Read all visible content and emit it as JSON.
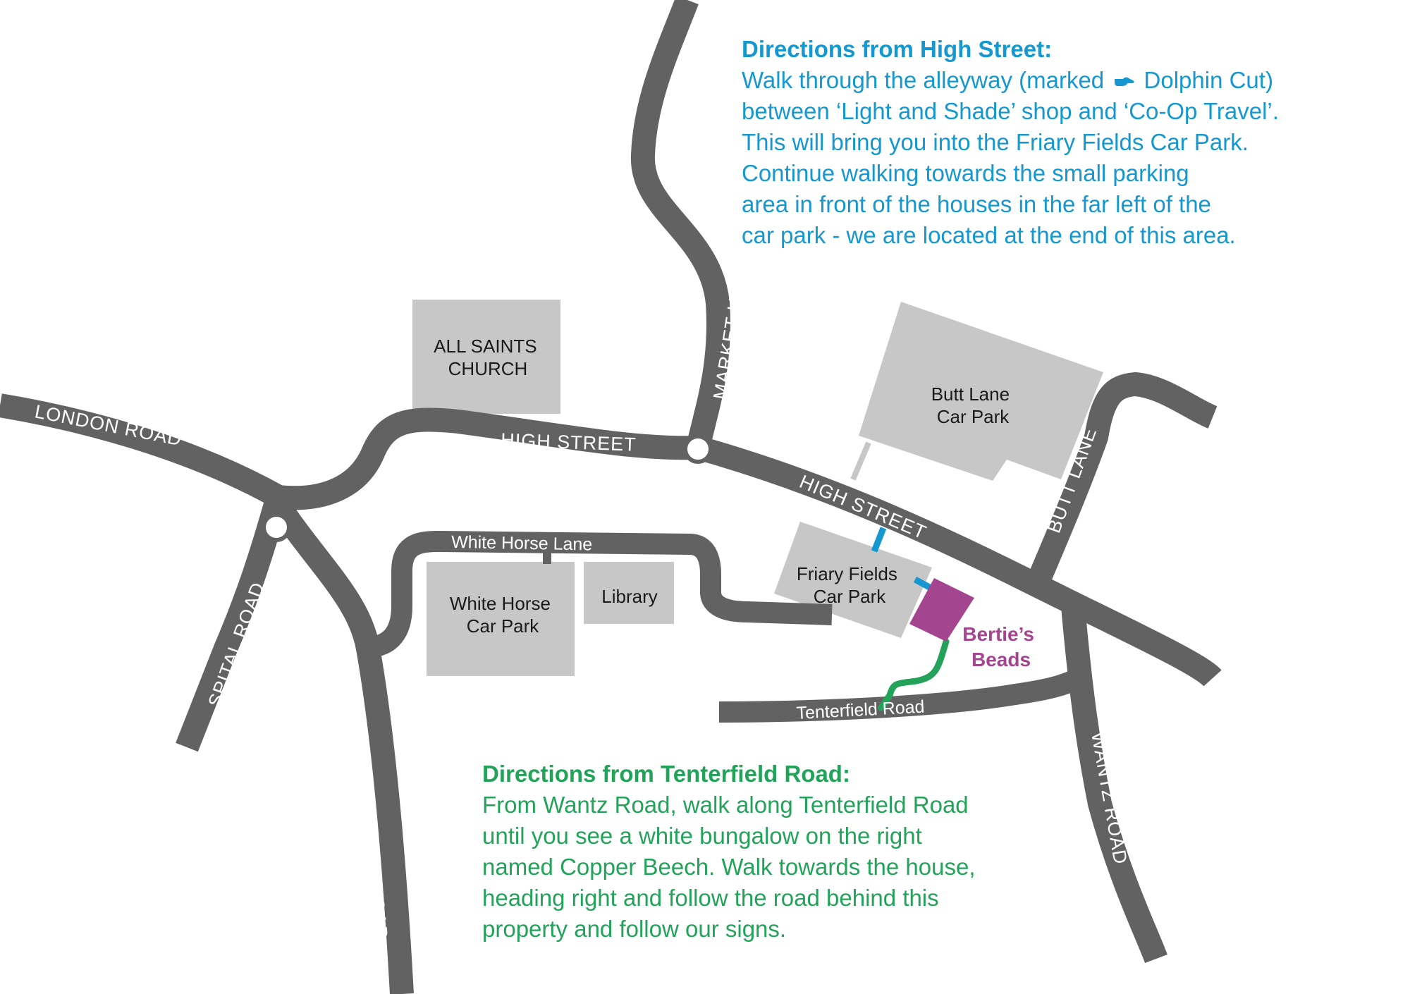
{
  "roads": {
    "london_road": "LONDON ROAD",
    "high_street_west": "HIGH STREET",
    "high_street_east": "HIGH STREET",
    "market_hill": "MARKET HILL",
    "spital_road": "SPITAL ROAD",
    "fambridge_road": "FAMBRIDGE ROAD",
    "white_horse_lane": "White Horse Lane",
    "tenterfield_road": "Tenterfield Road",
    "butt_lane": "BUTT LANE",
    "wantz_road": "WANTZ ROAD"
  },
  "buildings": {
    "all_saints": [
      "ALL SAINTS",
      "CHURCH"
    ],
    "butt_lane_car_park": [
      "Butt Lane",
      "Car Park"
    ],
    "friary_fields_car_park": [
      "Friary Fields",
      "Car Park"
    ],
    "white_horse_car_park": [
      "White Horse",
      "Car Park"
    ],
    "library": "Library"
  },
  "shop": {
    "name_line1": "Bertie’s",
    "name_line2": "Beads"
  },
  "directions_high_street": {
    "heading": "Directions from High Street:",
    "line1_before": "Walk through the alleyway (marked",
    "line1_after": "Dolphin Cut)",
    "lines": [
      "between ‘Light and Shade’ shop and ‘Co-Op Travel’.",
      "This will bring you into the Friary Fields Car Park.",
      "Continue walking towards the small parking",
      "area in front of the houses in the far left of the",
      "car park - we are located at the end of this area."
    ]
  },
  "directions_tenterfield": {
    "heading": "Directions from Tenterfield Road:",
    "lines": [
      "From Wantz Road, walk along Tenterfield Road",
      "until you see a white bungalow on the right",
      "named Copper Beech. Walk towards the house,",
      "heading right and follow the road behind this",
      "property and follow our signs."
    ]
  },
  "colors": {
    "road": "#626262",
    "building": "#c7c7c7",
    "shop": "#a4458f",
    "high_street_route": "#1597cf",
    "tenterfield_route": "#23a35a"
  },
  "icons": {
    "pointing_hand": "pointing-hand-icon",
    "roundabout": "roundabout-icon"
  }
}
